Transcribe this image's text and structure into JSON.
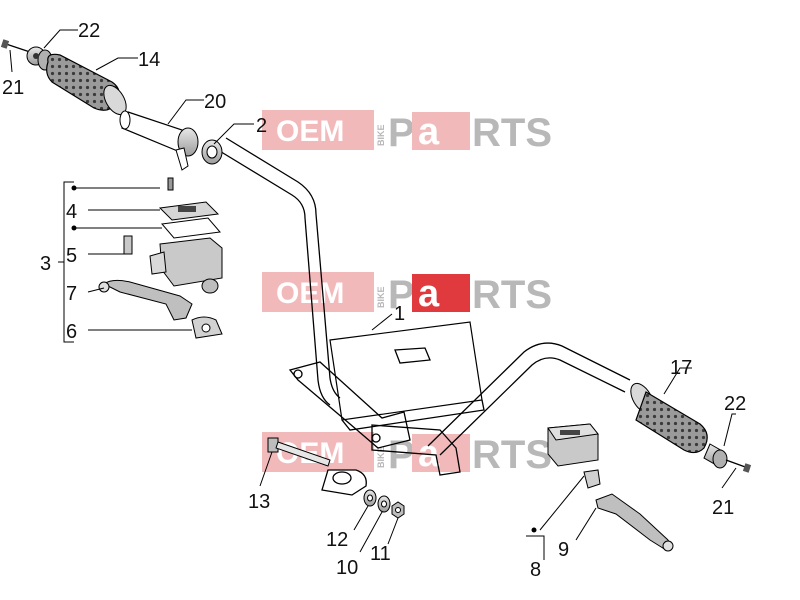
{
  "watermark": {
    "oem": "OEM",
    "bike": "BIKE",
    "pa": "Pa",
    "rts": "RTS",
    "red": "#e03a3e",
    "pink": "#f2b9bb",
    "grey": "#b8b8b8"
  },
  "callouts": {
    "c1": "1",
    "c2": "2",
    "c3": "3",
    "c4": "4",
    "c5": "5",
    "c6": "6",
    "c7": "7",
    "c8": "8",
    "c9": "9",
    "c10": "10",
    "c11": "11",
    "c12": "12",
    "c13": "13",
    "c14": "14",
    "c17": "17",
    "c20": "20",
    "c21_top": "21",
    "c22_top": "22",
    "c21_bottom": "21",
    "c22_bottom": "22"
  }
}
